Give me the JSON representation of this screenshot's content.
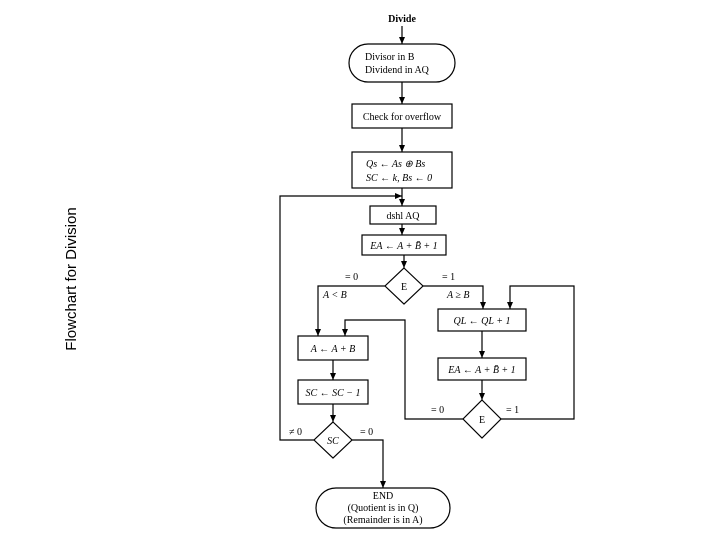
{
  "side_title": "Flowchart for Division",
  "divide": "Divide",
  "start": {
    "line1": "Divisor in B",
    "line2": "Dividend in AQ"
  },
  "overflow": "Check for overflow",
  "signs": {
    "line1": "Qs ← As ⊕ Bs",
    "line2": "SC ← k, Bs ← 0"
  },
  "dshl": "dshl AQ",
  "add_complement_1": "EA ← A + B̄ + 1",
  "decision_e1": "E",
  "e1_zero": "= 0",
  "e1_one": "= 1",
  "a_less_b": "A < B",
  "a_geq_b": "A ≥ B",
  "ql_set": "QL ← QL + 1",
  "restore": "A ← A + B",
  "add_complement_2": "EA ← A + B̄ + 1",
  "sc_dec": "SC ← SC − 1",
  "decision_e2": "E",
  "e2_zero": "= 0",
  "e2_one": "= 1",
  "decision_sc": "SC",
  "sc_nonzero": "≠ 0",
  "sc_zero": "= 0",
  "end": {
    "line1": "END",
    "line2": "(Quotient is in Q)",
    "line3": "(Remainder is in A)"
  }
}
